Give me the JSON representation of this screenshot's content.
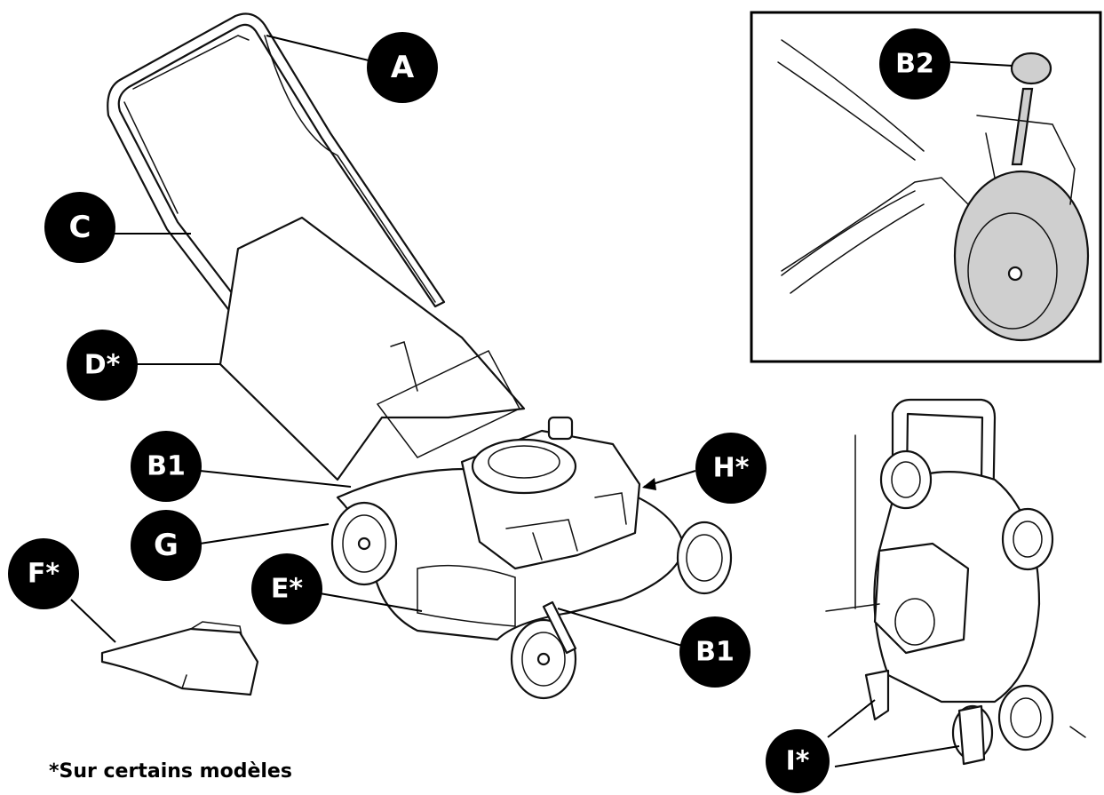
{
  "callouts": {
    "A": "A",
    "C": "C",
    "D": "D*",
    "B1_left": "B1",
    "G": "G",
    "F": "F*",
    "E": "E*",
    "B1_right": "B1",
    "H": "H*",
    "B2": "B2",
    "I": "I*"
  },
  "footnote": "*Sur certains modèles"
}
